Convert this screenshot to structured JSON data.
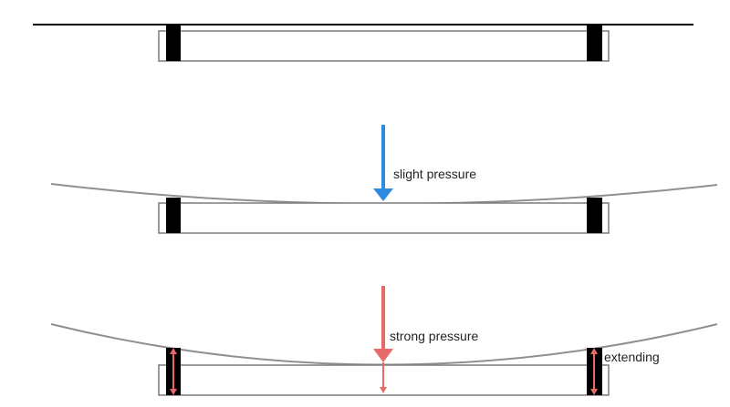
{
  "panels": [
    {
      "state": "resting",
      "surface": "flat"
    },
    {
      "state": "slight",
      "label": "slight pressure",
      "arrow_color": "#2f8be0",
      "surface": "slightly curved"
    },
    {
      "state": "strong",
      "label": "strong pressure",
      "arrow_color": "#e86a68",
      "side_label": "extending",
      "surface": "strongly curved"
    }
  ],
  "colors": {
    "line": "#000000",
    "curve": "#8f8f8f",
    "frame": "#7b7b7b",
    "post": "#000000",
    "slight_arrow": "#2f8be0",
    "strong_arrow": "#e86a68"
  }
}
